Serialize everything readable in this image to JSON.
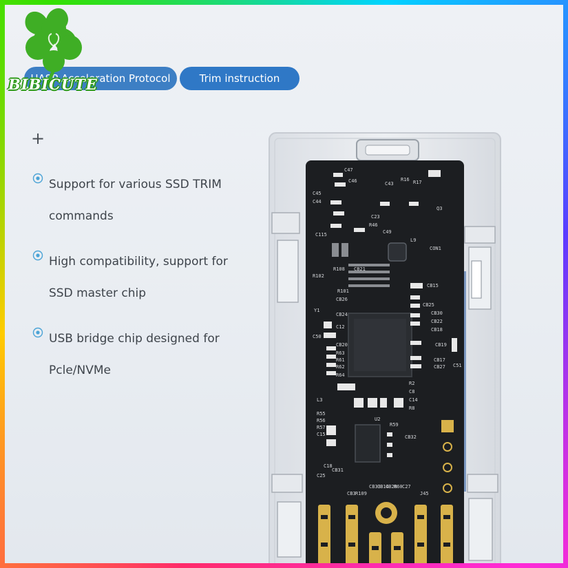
{
  "watermark": {
    "brand": "BIBICUTE"
  },
  "tabs": [
    {
      "label": "UASP Acceleration Protocol"
    },
    {
      "label": "Trim instruction"
    }
  ],
  "expand_symbol": "+",
  "features": [
    {
      "text_line1": "Support for various SSD TRIM",
      "text_line2": "commands",
      "icon": "target-circle-icon"
    },
    {
      "text_line1": "High compatibility, support for",
      "text_line2": "SSD master chip",
      "icon": "target-circle-icon"
    },
    {
      "text_line1": "USB bridge chip designed for",
      "text_line2": "Pcle/NVMe",
      "icon": "target-circle-icon"
    }
  ],
  "board": {
    "silkscreen": [
      "C47",
      "C46",
      "C45",
      "C44",
      "C43",
      "R16",
      "R17",
      "C23",
      "R46",
      "C49",
      "Q3",
      "C115",
      "R102",
      "R108",
      "CB21",
      "R101",
      "CB15",
      "CB26",
      "CB24",
      "C12",
      "C50",
      "CB20",
      "R63",
      "R61",
      "R62",
      "R64",
      "CB25",
      "CB30",
      "CB22",
      "CB18",
      "CB19",
      "CB17",
      "CB27",
      "R2",
      "C8",
      "C14",
      "R8",
      "C51",
      "R55",
      "R56",
      "R57",
      "C15",
      "U2",
      "R59",
      "CB32",
      "C18",
      "C25",
      "CB31",
      "CB3",
      "R109",
      "CB33",
      "CB14",
      "CB28",
      "R60",
      "C27",
      "J45",
      "CON1",
      "L9",
      "L3",
      "Y1"
    ]
  },
  "colors": {
    "tab_blue": "#3d7fc4",
    "tab_blue_2": "#2f78c6",
    "text": "#3e444b",
    "icon_blue": "#4aa3d6",
    "pcb": "#1c1e21",
    "gold": "#d8b24a",
    "logo_green": "#3fae25"
  }
}
